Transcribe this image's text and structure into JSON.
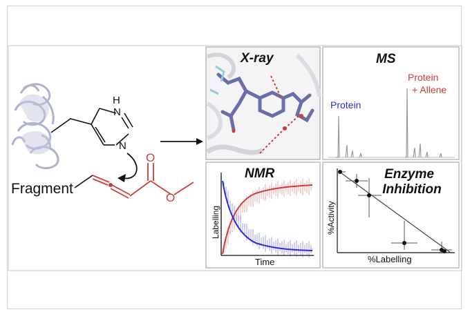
{
  "fragment_label": "Fragment",
  "imidazole": {
    "n_top": "N",
    "h_top": "H",
    "n_bottom": "N"
  },
  "ester": {
    "o_double": "O",
    "o_single": "O"
  },
  "panels": {
    "xray": {
      "title": "X-ray"
    },
    "ms": {
      "title": "MS",
      "peak1_label": "Protein",
      "peak2_label_line1": "Protein",
      "peak2_label_line2": "+ Allene"
    },
    "nmr": {
      "title": "NMR",
      "xlabel": "Time",
      "ylabel": "Labelling"
    },
    "enzyme": {
      "title_line1": "Enzyme",
      "title_line2": "Inhibition",
      "xlabel": "%Labelling",
      "ylabel": "%Activity"
    }
  },
  "colors": {
    "allene_red": "#d13a3a",
    "protein_blue": "#2b2bd6",
    "ligand_purple": "#6b6ea8",
    "ribbon": "#b9bcd6"
  }
}
